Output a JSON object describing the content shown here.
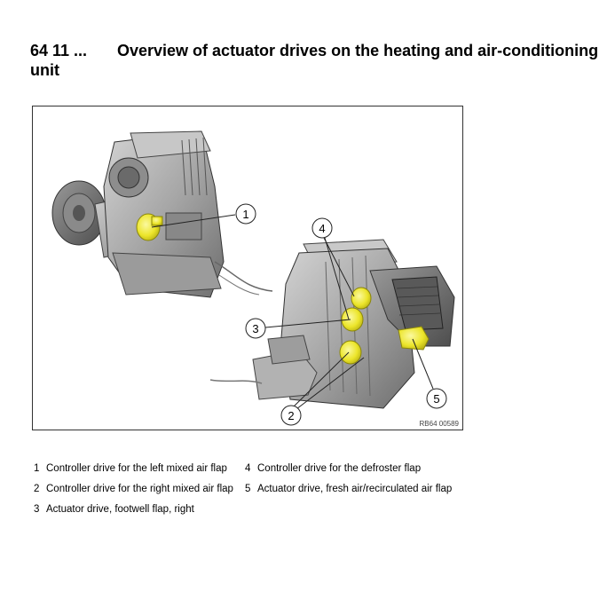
{
  "heading": {
    "number": "64 11 ...",
    "title": "Overview of actuator drives on the heating and air-conditioning unit"
  },
  "figure": {
    "code": "RB64 00589",
    "callouts": [
      "1",
      "2",
      "3",
      "4",
      "5"
    ],
    "colors": {
      "actuator": "#f1ec3c",
      "unit": "#a9a9a9",
      "outline": "#333333"
    }
  },
  "legend": [
    {
      "num": "1",
      "text": "Controller drive for the left mixed air flap"
    },
    {
      "num": "2",
      "text": "Controller drive for the right mixed air flap"
    },
    {
      "num": "3",
      "text": "Actuator drive, footwell flap, right"
    },
    {
      "num": "4",
      "text": "Controller drive for the defroster flap"
    },
    {
      "num": "5",
      "text": "Actuator drive, fresh air/recirculated air flap"
    }
  ]
}
